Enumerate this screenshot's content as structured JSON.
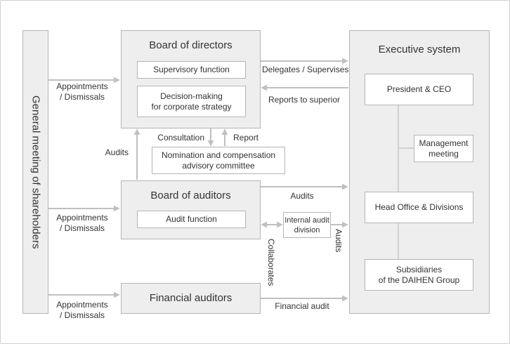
{
  "shareholders": {
    "label": "General meeting of shareholders"
  },
  "board_of_directors": {
    "title": "Board of directors",
    "supervisory": "Supervisory function",
    "decision_making": [
      "Decision-making",
      "for corporate strategy"
    ]
  },
  "committee": {
    "lines": [
      "Nomination and compensation",
      "advisory committee"
    ]
  },
  "board_of_auditors": {
    "title": "Board of auditors",
    "function": "Audit function"
  },
  "internal_audit": {
    "lines": [
      "Internal audit",
      "division"
    ]
  },
  "financial_auditors": {
    "title": "Financial auditors"
  },
  "executive_system": {
    "title": "Executive system",
    "president": "President & CEO",
    "management_meeting": [
      "Management",
      "meeting"
    ],
    "head_office": "Head Office & Divisions",
    "subsidiaries": [
      "Subsidiaries",
      "of the DAIHEN Group"
    ]
  },
  "links": {
    "appointments_directors": [
      "Appointments",
      "/ Dismissals"
    ],
    "appointments_auditors": [
      "Appointments",
      "/ Dismissals"
    ],
    "appointments_financial_auditors": [
      "Appointments",
      "/ Dismissals"
    ],
    "delegates_supervises": "Delegates / Supervises",
    "reports_to_superior": "Reports to superior",
    "audits_board_of_directors": "Audits",
    "consultation": "Consultation",
    "report": "Report",
    "audits_executive_system": "Audits",
    "collaborates": "Collaborates",
    "internal_audits_executive_system": "Audits",
    "financial_audit": "Financial audit"
  },
  "colors": {
    "box_fill": "#eeeeee",
    "inner_fill": "#ffffff",
    "border": "#b5b5b5",
    "arrow": "#c0c0c0",
    "connector": "#d0d0d0",
    "text": "#333333",
    "frame": "#cfcfcf"
  }
}
